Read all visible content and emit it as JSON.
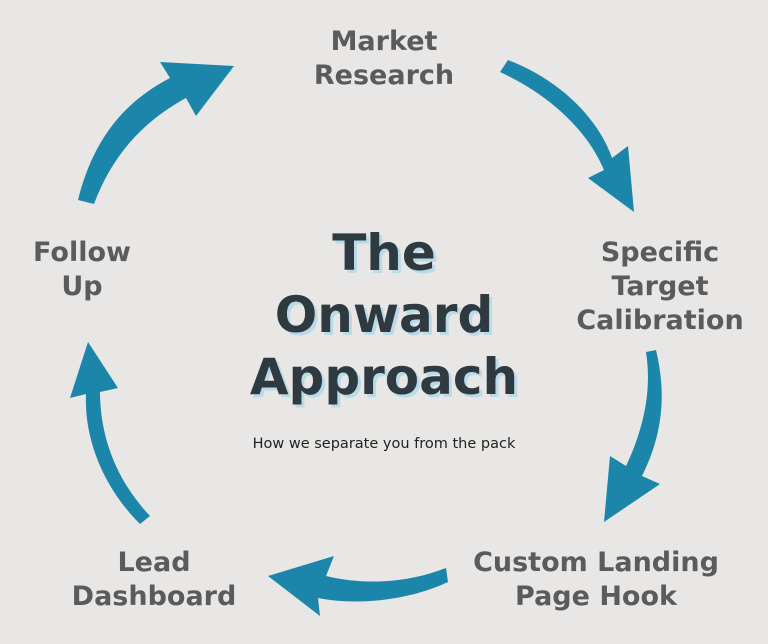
{
  "colors": {
    "background": "#e8e7e5",
    "arrow": "#1c85aa",
    "label": "#5b5b5b",
    "title": "#2f3940"
  },
  "title": {
    "line1": "The",
    "line2": "Onward",
    "line3": "Approach"
  },
  "subtitle": "How we separate you from the pack",
  "steps": {
    "market_research": {
      "line1": "Market",
      "line2": "Research"
    },
    "specific_target": {
      "line1": "Specific",
      "line2": "Target",
      "line3": "Calibration"
    },
    "custom_landing": {
      "line1": "Custom Landing",
      "line2": "Page Hook"
    },
    "lead_dashboard": {
      "line1": "Lead",
      "line2": "Dashboard"
    },
    "follow_up": {
      "line1": "Follow",
      "line2": "Up"
    }
  }
}
